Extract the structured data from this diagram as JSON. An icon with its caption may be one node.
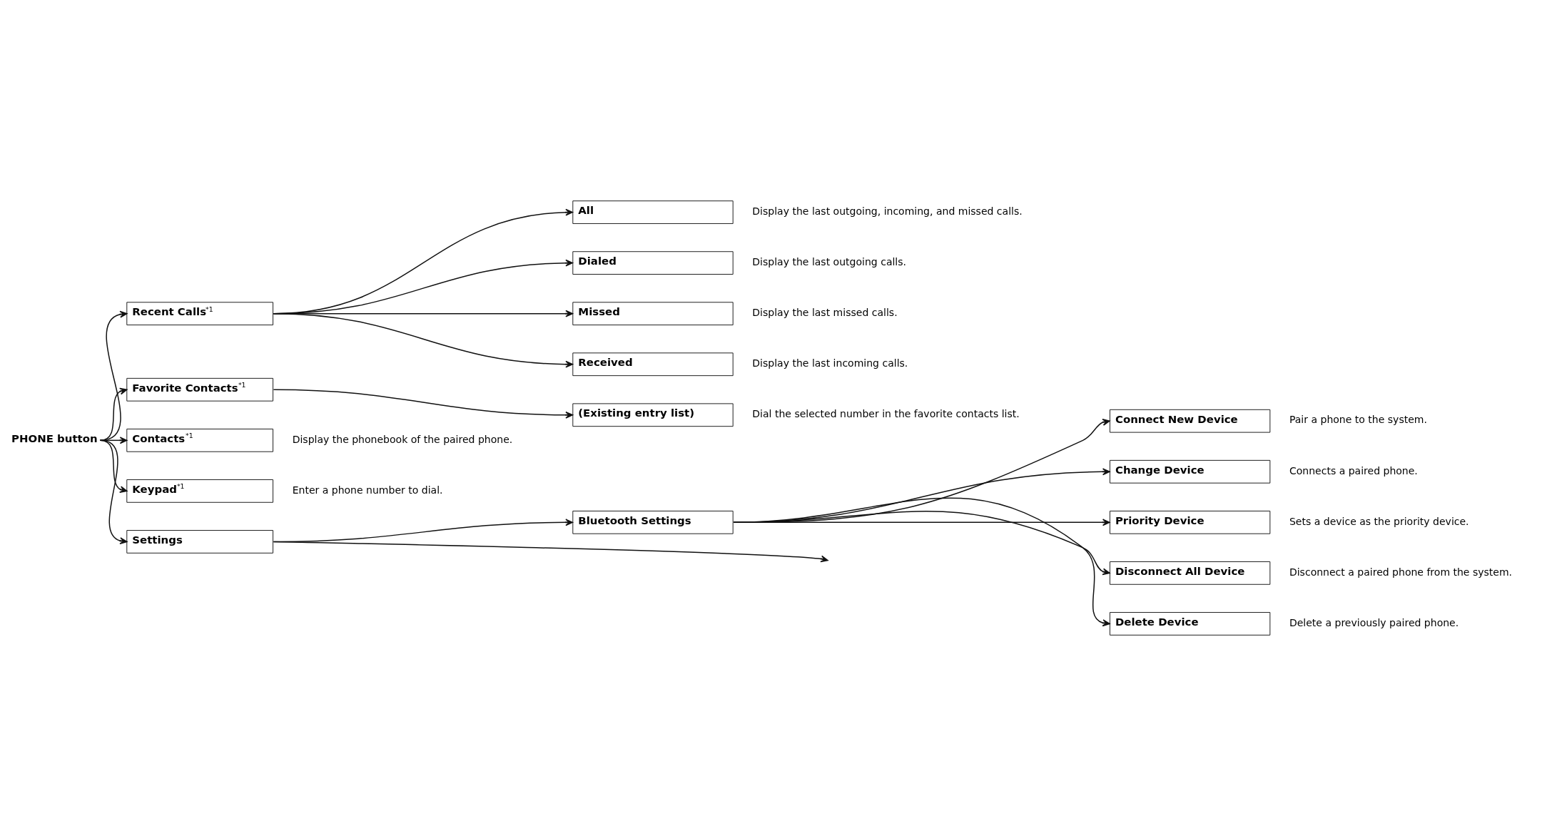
{
  "diagram": {
    "nodes": [
      {
        "text": [
          "PHONE button"
        ]
      },
      {
        "text": [
          "Recent Calls$^{*1}$"
        ]
      },
      {
        "text": [
          "All"
        ],
        "beside": [
          "Display the last outgoing, incoming, and missed calls."
        ]
      },
      {
        "text": [
          "Dialed"
        ],
        "beside": [
          "Display the last outgoing calls."
        ]
      },
      {
        "text": [
          "Missed"
        ],
        "beside": [
          "Display the last missed calls."
        ]
      },
      {
        "text": [
          "Received"
        ],
        "beside": [
          "Display the last incoming calls."
        ]
      },
      {
        "text": [
          "Favorite Contacts$^{*1}$"
        ]
      },
      {
        "text": [
          "(Existing entry list)"
        ],
        "beside": [
          "Dial the selected number in the favorite contacts list."
        ]
      },
      {
        "text": [
          "Contacts$^{*1}$"
        ],
        "beside": [
          "Display the phonebook of the paired phone."
        ]
      },
      {
        "text": [
          "Keypad$^{*1}$"
        ],
        "beside": [
          "Enter a phone number to dial."
        ]
      },
      {
        "text": [
          "Settings"
        ]
      },
      {
        "text": [
          "Bluetooth Settings"
        ]
      },
      {
        "text": [
          "Connect New Device"
        ],
        "beside": [
          "Pair a phone to the system."
        ]
      },
      {
        "text": [
          "Change Device"
        ],
        "beside": [
          "Connects a paired phone."
        ]
      },
      {
        "text": [
          "Priority Device"
        ],
        "beside": [
          "Sets a device as the priority device."
        ]
      },
      {
        "text": [
          "Disconnect All Device"
        ],
        "beside": [
          "Disconnect a paired phone from the system."
        ]
      },
      {
        "text": [
          "Delete Device"
        ],
        "beside": [
          "Delete a previously paired phone."
        ]
      }
    ],
    "edges": [
      {
        "from": 0,
        "to": 1,
        "arrow": "to"
      },
      {
        "from": 1,
        "to": 2,
        "arrow": "to"
      },
      {
        "from": 1,
        "to": 3,
        "arrow": "to"
      },
      {
        "from": 1,
        "to": 4,
        "arrow": "to"
      },
      {
        "from": 1,
        "to": 5,
        "arrow": "to"
      },
      {
        "from": 0,
        "to": 6,
        "arrow": "to"
      },
      {
        "from": 6,
        "to": 7,
        "arrow": "to"
      },
      {
        "from": 0,
        "to": 8,
        "arrow": "to"
      },
      {
        "from": 0,
        "to": 9,
        "arrow": "to"
      },
      {
        "from": 0,
        "to": 10,
        "arrow": "to"
      },
      {
        "from": 10,
        "to": 11,
        "arrow": "to"
      },
      {
        "from": 10,
        "to": null,
        "arrow": "to"
      },
      {
        "from": 11,
        "to": 12,
        "arrow": "to"
      },
      {
        "from": 11,
        "to": 13,
        "arrow": "to"
      },
      {
        "from": 11,
        "to": 14,
        "arrow": "to"
      },
      {
        "from": 11,
        "to": 15,
        "arrow": "to"
      },
      {
        "from": 11,
        "to": 16,
        "arrow": "to"
      }
    ]
  }
}
